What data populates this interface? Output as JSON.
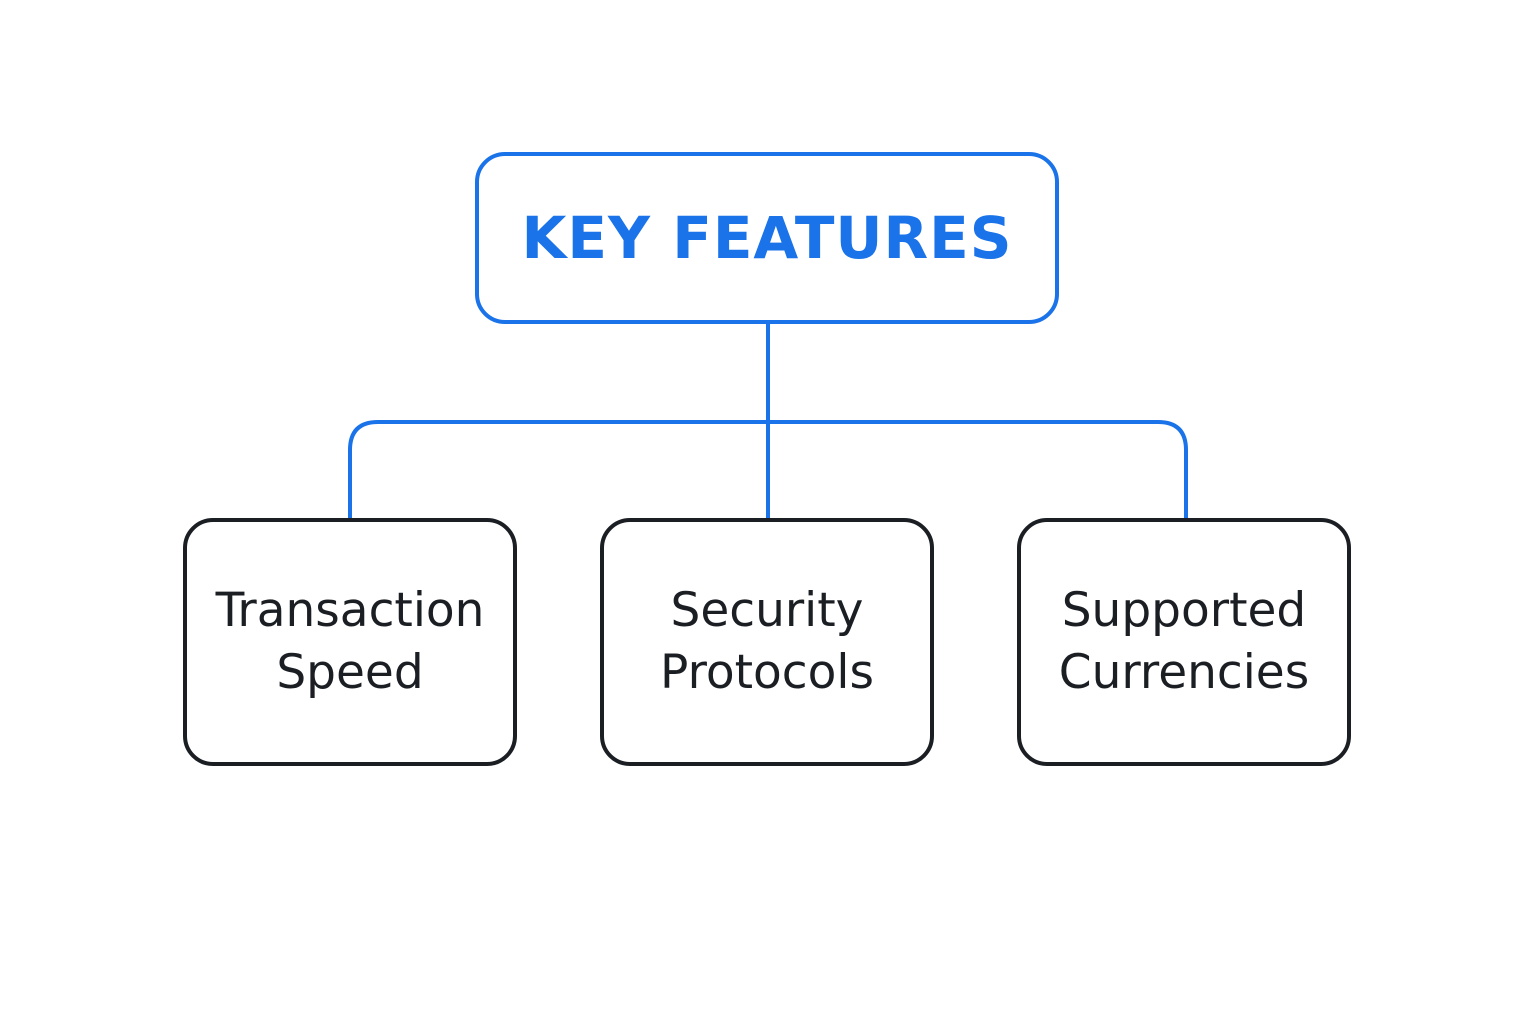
{
  "root": {
    "label": "KEY FEATURES"
  },
  "children": [
    {
      "line1": "Transaction",
      "line2": "Speed"
    },
    {
      "line1": "Security",
      "line2": "Protocols"
    },
    {
      "line1": "Supported",
      "line2": "Currencies"
    }
  ],
  "colors": {
    "accent": "#1a73e8",
    "node_border": "#1b1f24",
    "text": "#1b1f24",
    "background": "#ffffff"
  }
}
